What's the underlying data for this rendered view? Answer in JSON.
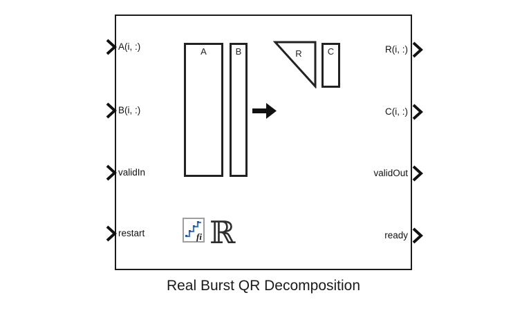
{
  "diagram": {
    "caption": "Real Burst QR Decomposition",
    "block": {
      "inputs": [
        {
          "label": "A(i, :)"
        },
        {
          "label": "B(i, :)"
        },
        {
          "label": "validIn"
        },
        {
          "label": "restart"
        }
      ],
      "outputs": [
        {
          "label": "R(i, :)"
        },
        {
          "label": "C(i, :)"
        },
        {
          "label": "validOut"
        },
        {
          "label": "ready"
        }
      ],
      "shapes": {
        "matrix_a_label": "A",
        "matrix_b_label": "B",
        "matrix_r_label": "R",
        "matrix_c_label": "C",
        "fi_label": "fi",
        "real_symbol": "ℝ"
      },
      "colors": {
        "block_border": "#1a1a1a",
        "shape_border": "#222222",
        "fi_badge_border": "#9e9e9e",
        "fi_stairs_blue": "#4678b8",
        "fi_stairs_marker_blue": "#2d5c9e",
        "text": "#111111"
      }
    }
  }
}
